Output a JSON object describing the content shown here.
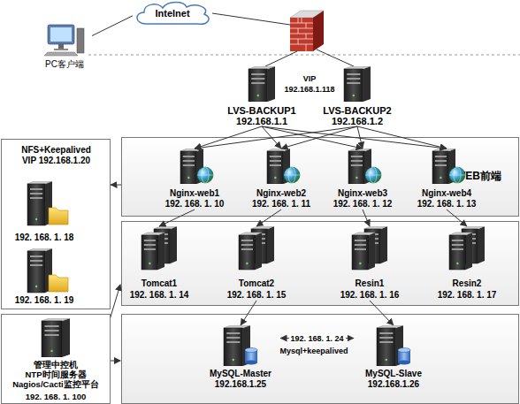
{
  "diagram": {
    "nodes": [
      {
        "text": [
          "Intelnet"
        ]
      },
      {
        "text": [
          "PC客户端"
        ]
      },
      {
        "text": [
          "LVS-BACKUP1",
          "192.168.1.1"
        ]
      },
      {
        "text": [
          "LVS-BACKUP2",
          "192.168.1.2"
        ]
      },
      {
        "text": [
          "NFS+Keepalived VIP 192.168.1.20"
        ]
      },
      {
        "text": [
          "WEB前端"
        ]
      },
      {
        "text": [
          "Nginx-web1",
          "192. 168. 1. 10"
        ],
        "in": 5
      },
      {
        "text": [
          "Nginx-web2",
          "192. 168. 1. 11"
        ],
        "in": 5
      },
      {
        "text": [
          "Nginx-web3",
          "192. 168. 1. 12"
        ],
        "in": 5
      },
      {
        "text": [
          "Nginx-web4",
          "192. 168. 1. 13"
        ],
        "in": 5
      },
      {
        "text": [
          "192. 168. 1. 18"
        ],
        "in": 4
      },
      {
        "text": [
          "192. 168. 1. 19"
        ],
        "in": 4
      },
      {
        "text": [
          "Tomcat1",
          "192. 168. 1. 14"
        ]
      },
      {
        "text": [
          "Tomcat2",
          "192. 168. 1. 15"
        ]
      },
      {
        "text": [
          "Resin1",
          "192. 168. 1. 16"
        ]
      },
      {
        "text": [
          "Resin2",
          "192. 168. 1. 17"
        ]
      },
      {
        "text": [
          "管理中控机 NTP时间服务器 Nagios/Cacti监控平台",
          "192. 168. 1. 100"
        ]
      },
      {
        "text": [
          "MySQL-Master",
          "192.168.1.25"
        ]
      },
      {
        "text": [
          "MySQL-Slave",
          "192.168.1.26"
        ]
      }
    ],
    "edges": [
      {
        "from": 1,
        "to": 0,
        "arrow": "none"
      },
      {
        "from": 2,
        "to": 6,
        "arrow": "to"
      },
      {
        "from": 2,
        "to": 7,
        "arrow": "to"
      },
      {
        "from": 2,
        "to": 8,
        "arrow": "to"
      },
      {
        "from": 2,
        "to": 9,
        "arrow": "to"
      },
      {
        "from": 3,
        "to": 6,
        "arrow": "to"
      },
      {
        "from": 3,
        "to": 7,
        "arrow": "to"
      },
      {
        "from": 3,
        "to": 8,
        "arrow": "to"
      },
      {
        "from": 3,
        "to": 9,
        "arrow": "to"
      },
      {
        "from": 5,
        "to": 4,
        "arrow": "to"
      },
      {
        "from": 6,
        "to": 12,
        "arrow": "to"
      },
      {
        "from": 7,
        "to": 13,
        "arrow": "to"
      },
      {
        "from": 8,
        "to": 14,
        "arrow": "to"
      },
      {
        "from": 9,
        "to": 15,
        "arrow": "to"
      },
      {
        "from": 13,
        "to": 17,
        "arrow": "to"
      },
      {
        "from": 14,
        "to": 18,
        "arrow": "to"
      },
      {
        "from": 17,
        "to": 18,
        "arrow": "both",
        "label": "192. 168. 1. 24"
      }
    ],
    "labels": [
      "VIP 192.168.1.118",
      "Mysql+keepalived"
    ]
  }
}
